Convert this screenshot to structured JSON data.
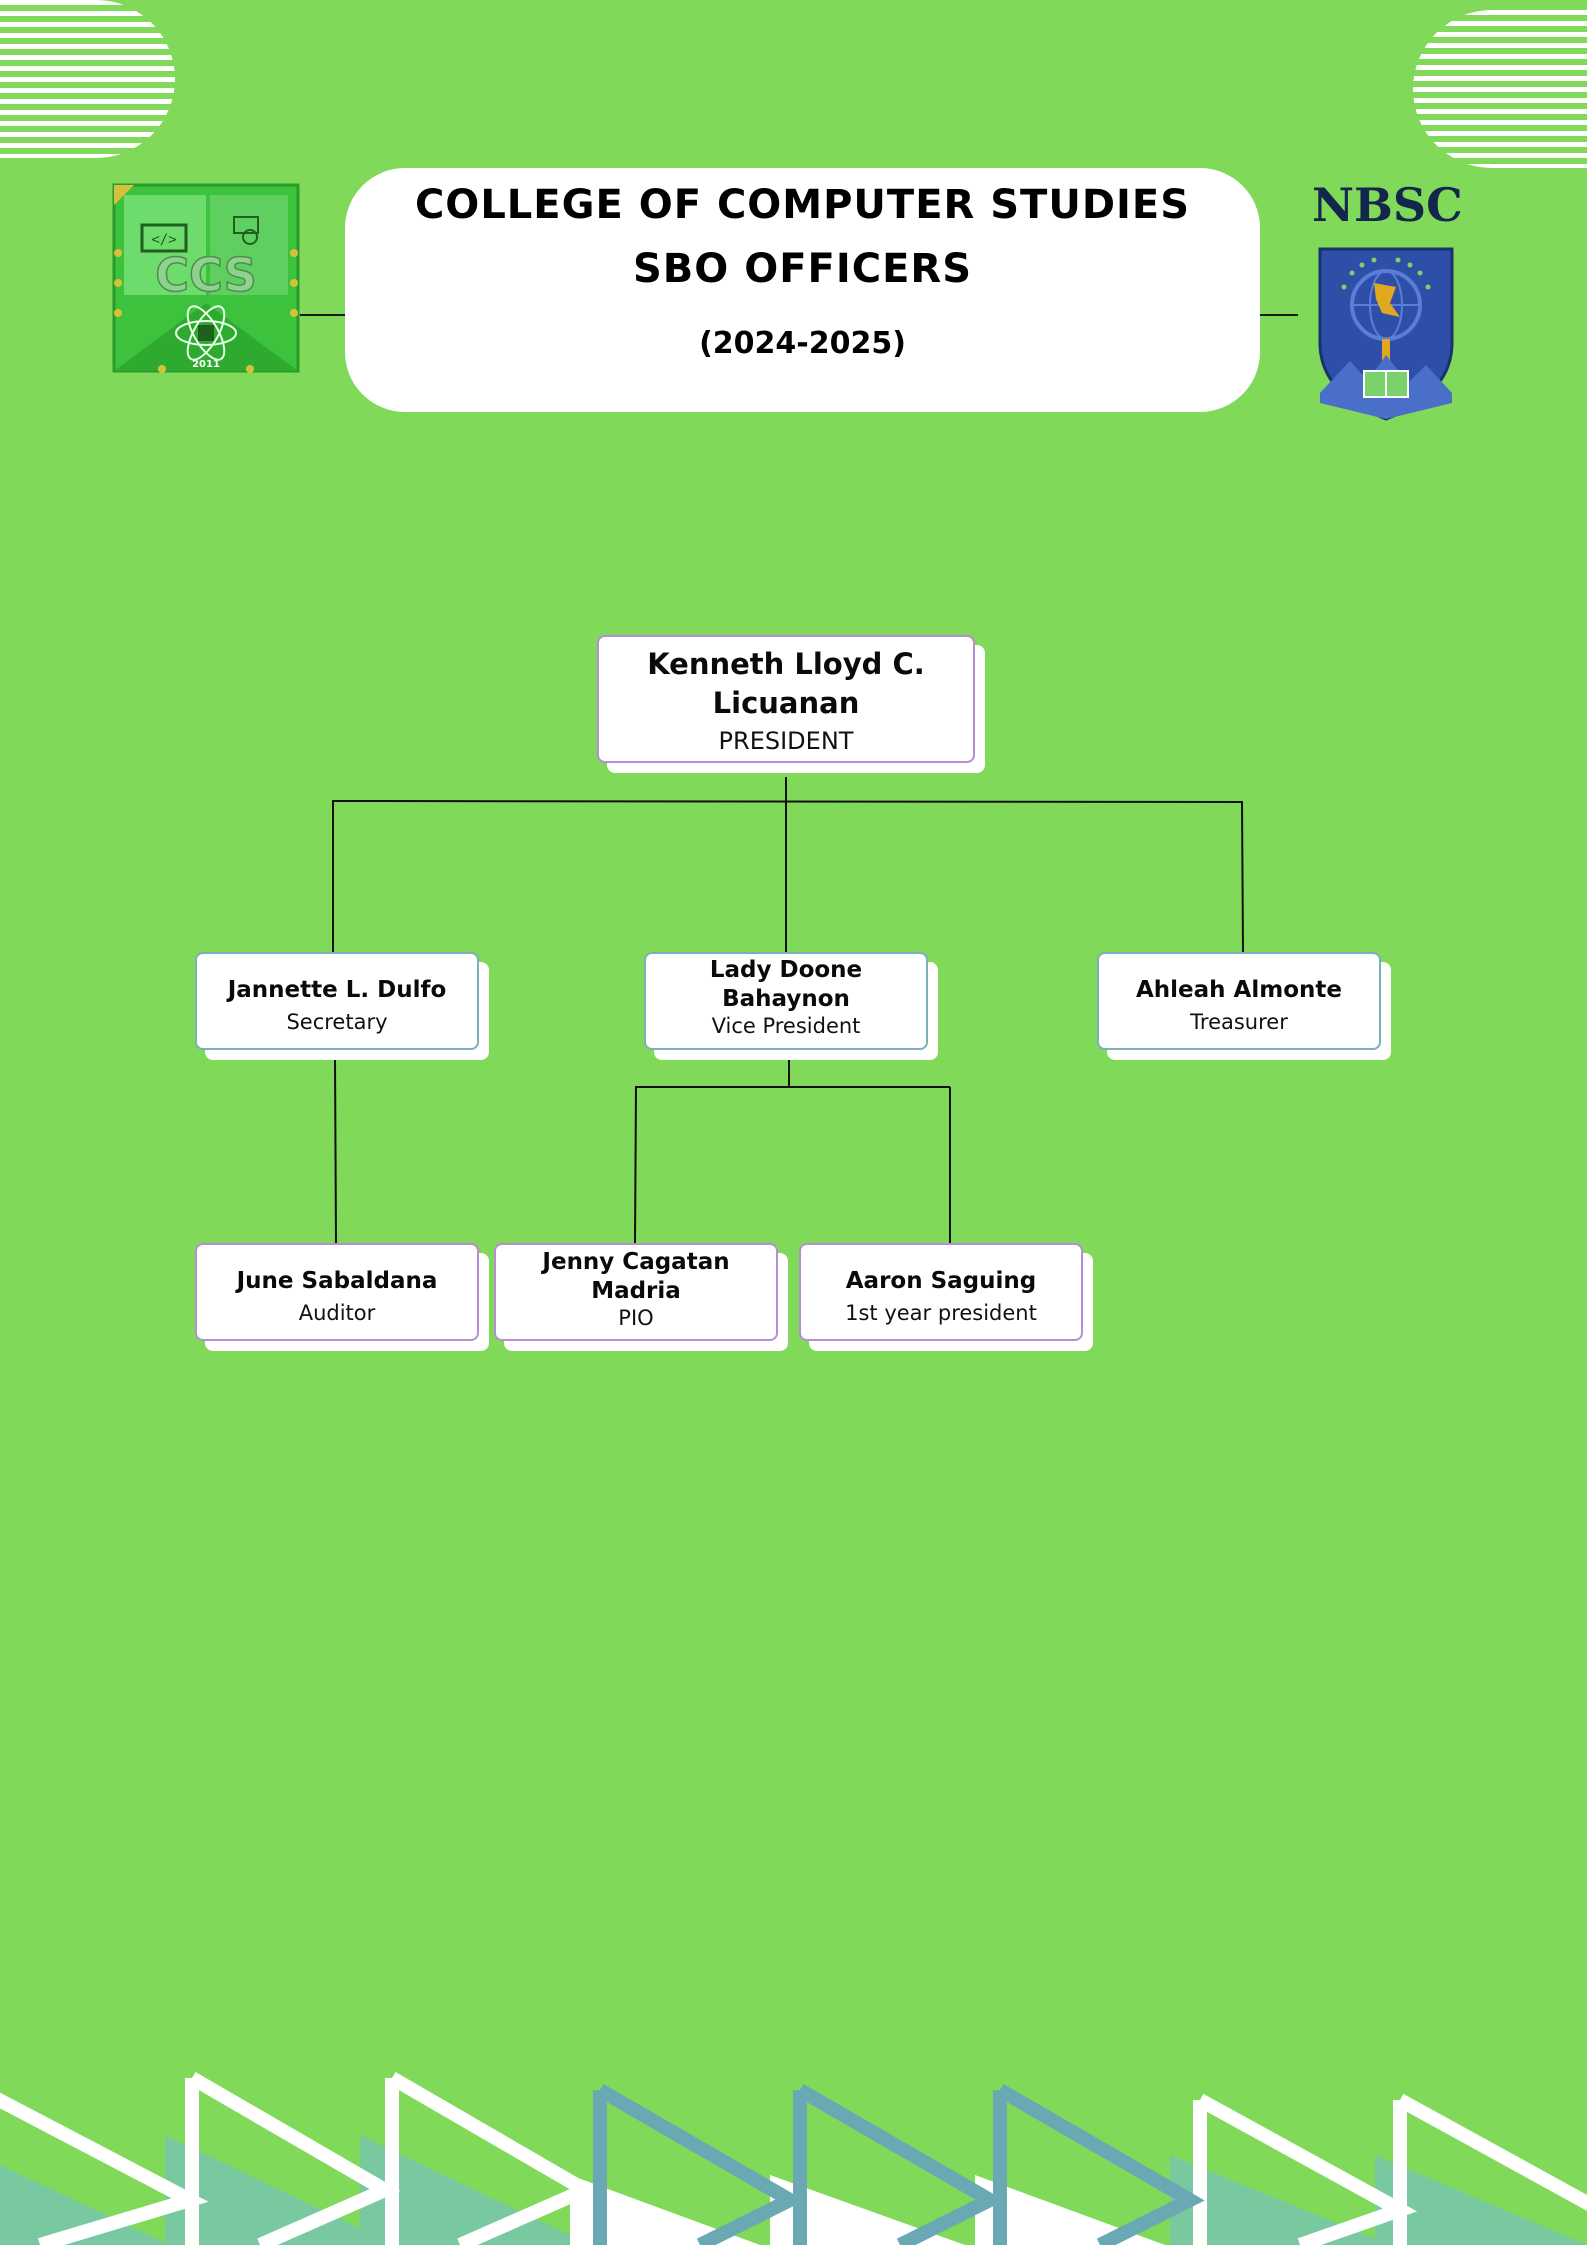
{
  "header": {
    "title_line_1": "COLLEGE OF COMPUTER STUDIES",
    "title_line_2": "SBO OFFICERS",
    "years": "(2024-2025)"
  },
  "logos": {
    "left_logo_text": "CCS",
    "left_logo_year": "2011",
    "right_logo_text": "NBSC"
  },
  "org_chart": {
    "president": {
      "name": "Kenneth Lloyd C. Licuanan",
      "role": "PRESIDENT"
    },
    "secretary": {
      "name": "Jannette L. Dulfo",
      "role": "Secretary"
    },
    "vice_president": {
      "name": "Lady Doone Bahaynon",
      "role": "Vice President"
    },
    "treasurer": {
      "name": "Ahleah Almonte",
      "role": "Treasurer"
    },
    "auditor": {
      "name": "June Sabaldana",
      "role": "Auditor"
    },
    "pio": {
      "name": "Jenny Cagatan Madria",
      "role": "PIO"
    },
    "first_year_president": {
      "name": "Aaron Saguing",
      "role": "1st year president"
    }
  },
  "colors": {
    "background": "#80d959",
    "card": "#ffffff",
    "purple_border": "#b78dd4",
    "teal_border": "#7bb0b8",
    "deco_teal": "#6aa9b4",
    "nbsc_navy": "#14264d"
  }
}
